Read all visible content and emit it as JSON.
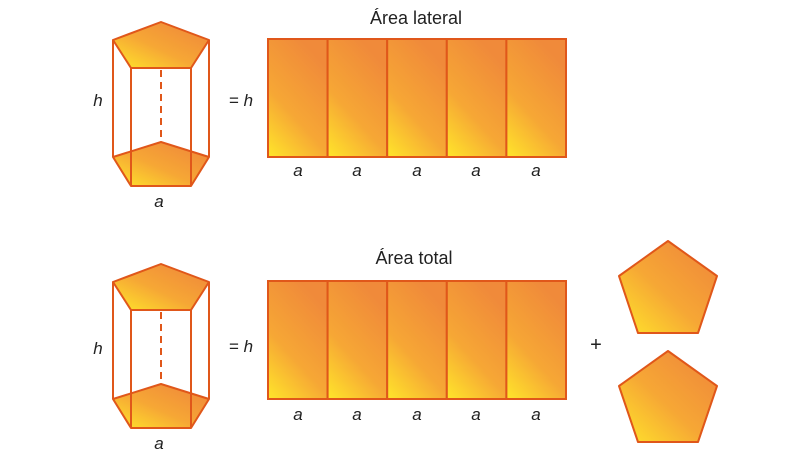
{
  "colors": {
    "stroke": "#E0571A",
    "fill_light": "#FFE62A",
    "fill_dark": "#F08A3A",
    "text": "#222222"
  },
  "lateral": {
    "title": "Área lateral",
    "prism_height_label": "h",
    "prism_base_label": "a",
    "equals_label": "= h",
    "side_labels": [
      "a",
      "a",
      "a",
      "a",
      "a"
    ]
  },
  "total": {
    "title": "Área total",
    "prism_height_label": "h",
    "prism_base_label": "a",
    "equals_label": "= h",
    "side_labels": [
      "a",
      "a",
      "a",
      "a",
      "a"
    ],
    "plus_label": "+"
  }
}
